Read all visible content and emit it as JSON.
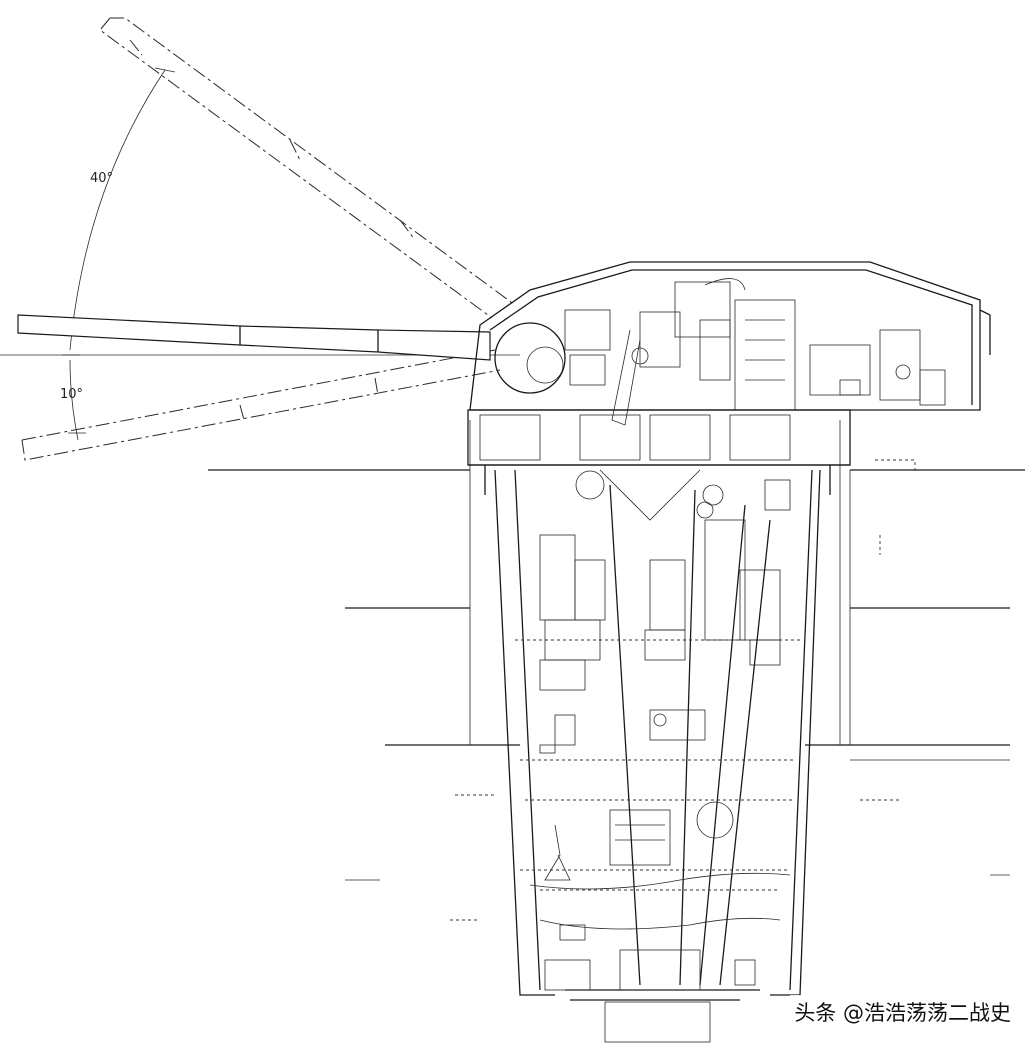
{
  "drawing": {
    "angles": {
      "elevation_label": "40°",
      "depression_label": "10°"
    },
    "watermark": "头条 @浩浩荡荡二战史"
  }
}
